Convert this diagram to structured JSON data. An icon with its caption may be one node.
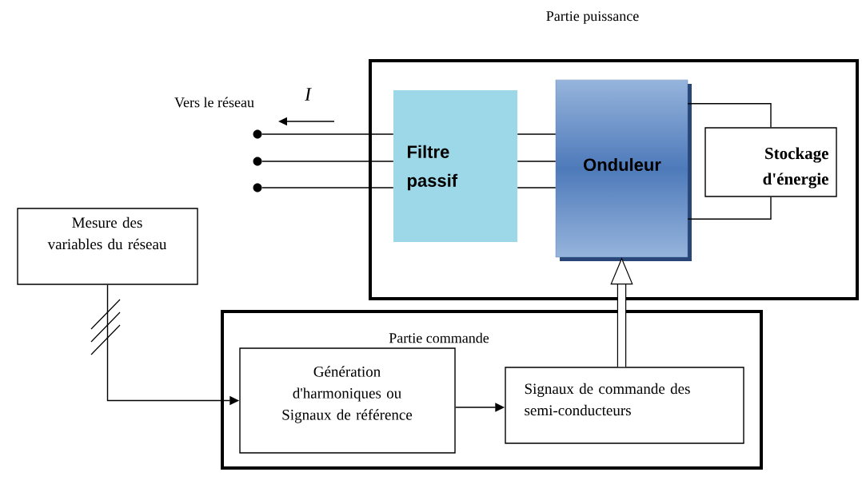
{
  "diagram": {
    "nodes": [
      {
        "text": [
          "Partie puissance"
        ]
      },
      {
        "text": [
          "Filtre passif"
        ],
        "in": 0
      },
      {
        "text": [
          "Onduleur"
        ],
        "in": 0
      },
      {
        "text": [
          "Stockage d'énergie"
        ],
        "in": 0
      },
      {
        "text": [
          "Mesure des variables du réseau"
        ]
      },
      {
        "text": [
          "Partie commande"
        ]
      },
      {
        "text": [
          "Génération d'harmoniques ou Signaux de référence"
        ],
        "in": 5
      },
      {
        "text": [
          "Signaux de commande des semi-conducteurs"
        ],
        "in": 5
      },
      {
        "text": [],
        "shape": "circle"
      },
      {
        "text": [],
        "shape": "circle"
      },
      {
        "text": [],
        "shape": "circle"
      }
    ],
    "edges": [
      {
        "from": 8,
        "to": 1,
        "arrow": "none"
      },
      {
        "from": 9,
        "to": 1,
        "arrow": "none"
      },
      {
        "from": 10,
        "to": 1,
        "arrow": "none"
      },
      {
        "from": 1,
        "to": 2,
        "arrow": "none"
      },
      {
        "from": 1,
        "to": 2,
        "arrow": "none"
      },
      {
        "from": 1,
        "to": 2,
        "arrow": "none"
      },
      {
        "from": 2,
        "to": 3,
        "arrow": "none"
      },
      {
        "from": 2,
        "to": 3,
        "arrow": "none"
      },
      {
        "from": 4,
        "to": 6,
        "arrow": "to"
      },
      {
        "from": 6,
        "to": 7,
        "arrow": "to"
      },
      {
        "from": 7,
        "to": 2,
        "arrow": "to",
        "style": "thick"
      }
    ],
    "labels": [
      "Vers le réseau",
      "I"
    ]
  }
}
